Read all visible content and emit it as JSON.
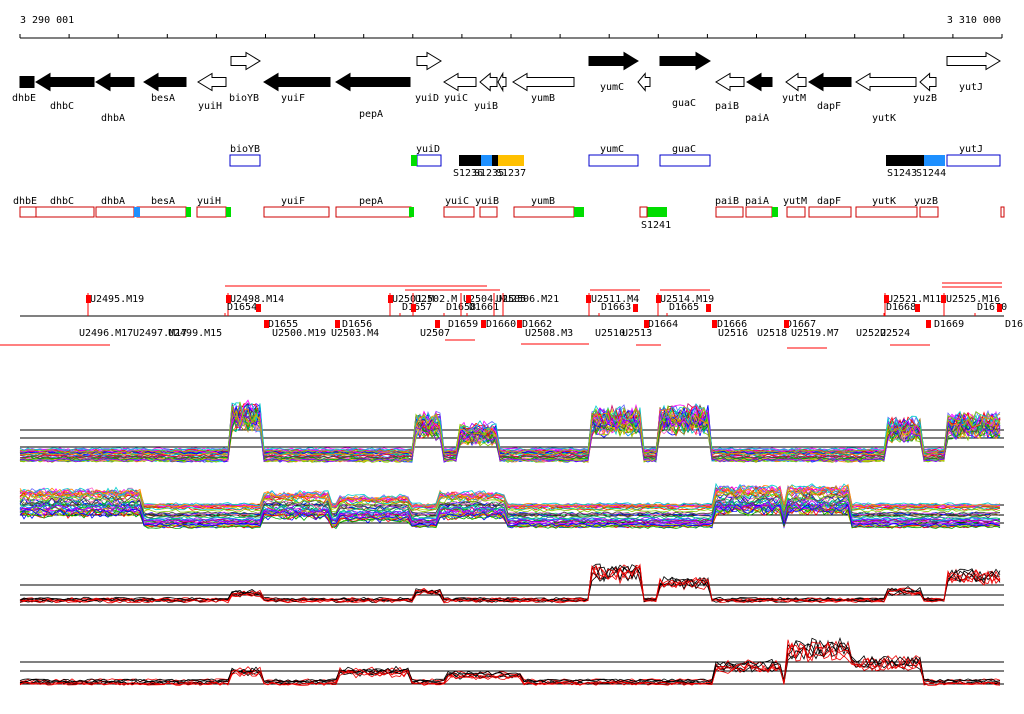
{
  "coordinates": {
    "start": "3 290 001",
    "end": "3 310 000"
  },
  "colors": {
    "forward_fill": "#ffffff",
    "reverse_fill": "#000000",
    "cds_outline": "#0000cc",
    "feature_outline": "#cc0000",
    "marker": "#ff0000",
    "green": "#00dd00",
    "orange": "#ffc000",
    "cyan": "#1e90ff",
    "black": "#000000"
  },
  "genes": [
    {
      "name": "dhbE",
      "strand": "-"
    },
    {
      "name": "dhbC",
      "strand": "-"
    },
    {
      "name": "dhbA",
      "strand": "-"
    },
    {
      "name": "besA",
      "strand": "-"
    },
    {
      "name": "yuiH",
      "strand": "-"
    },
    {
      "name": "bioYB",
      "strand": "+"
    },
    {
      "name": "yuiF",
      "strand": "-"
    },
    {
      "name": "pepA",
      "strand": "-"
    },
    {
      "name": "yuiD",
      "strand": "+"
    },
    {
      "name": "yuiC",
      "strand": "-"
    },
    {
      "name": "yuiB",
      "strand": "-"
    },
    {
      "name": "yumB",
      "strand": "-"
    },
    {
      "name": "yumC",
      "strand": "+"
    },
    {
      "name": "guaC",
      "strand": "+"
    },
    {
      "name": "paiB",
      "strand": "-"
    },
    {
      "name": "paiA",
      "strand": "-"
    },
    {
      "name": "yutM",
      "strand": "-"
    },
    {
      "name": "dapF",
      "strand": "-"
    },
    {
      "name": "yutK",
      "strand": "-"
    },
    {
      "name": "yuzB",
      "strand": "-"
    },
    {
      "name": "yutJ",
      "strand": "+"
    }
  ],
  "cds_track": [
    {
      "label": "bioYB"
    },
    {
      "label": "yuiD"
    },
    {
      "label": "yumC"
    },
    {
      "label": "guaC"
    },
    {
      "label": "yutJ"
    }
  ],
  "segments": [
    {
      "label": "S1236",
      "color": "black"
    },
    {
      "label": "S1235",
      "color": "cyan"
    },
    {
      "label": "S1237",
      "color": "orange"
    },
    {
      "label": "S1241",
      "color": "green"
    },
    {
      "label": "S1243",
      "color": "black"
    },
    {
      "label": "S1244",
      "color": "cyan"
    }
  ],
  "feature_track": [
    {
      "label": "dhbE"
    },
    {
      "label": "dhbC"
    },
    {
      "label": "dhbA"
    },
    {
      "label": "besA"
    },
    {
      "label": "yuiH"
    },
    {
      "label": "yuiF"
    },
    {
      "label": "pepA"
    },
    {
      "label": "yuiC"
    },
    {
      "label": "yuiB"
    },
    {
      "label": "yumB"
    },
    {
      "label": "paiB"
    },
    {
      "label": "paiA"
    },
    {
      "label": "yutM"
    },
    {
      "label": "dapF"
    },
    {
      "label": "yutK"
    },
    {
      "label": "yuzB"
    }
  ],
  "upper_labels": [
    "U2495.M19",
    "U2498.M14",
    "D1654",
    "U2501.M",
    "D1657",
    "U2502.M",
    "D1658",
    "U2504.M",
    "D1661",
    "U2505",
    "U2506.M21",
    "U2511.M4",
    "D1663",
    "U2514.M19",
    "D1665",
    "U2521.M11",
    "D1668",
    "U2525.M16",
    "D1670"
  ],
  "lower_labels": [
    "U2496.M17",
    "U2497.M17",
    "U2499.M15",
    "D1655",
    "U2500.M19",
    "D1656",
    "U2503.M4",
    "U2507",
    "D1659",
    "D1660",
    "D1662",
    "U2508.M3",
    "U2510",
    "U2513",
    "D1664",
    "D1666",
    "U2516",
    "U2518",
    "D1667",
    "U2519.M7",
    "U2522",
    "U2524",
    "D1669",
    "D16"
  ]
}
